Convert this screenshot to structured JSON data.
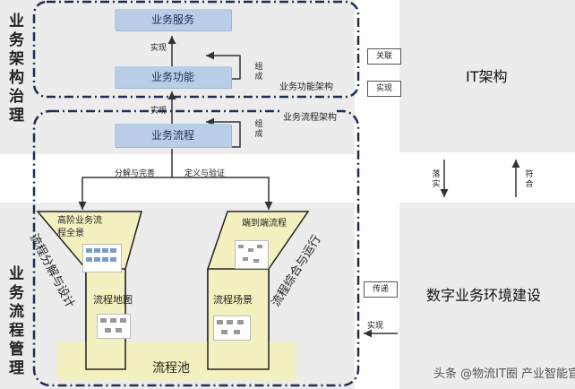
{
  "governance": {
    "architecture_label": "业务架构治理",
    "process_label": "业务流程管理"
  },
  "boxes": {
    "business_service": "业务服务",
    "business_function": "业务功能",
    "business_process": "业务流程"
  },
  "edges": {
    "realize_top": "实现",
    "realize_mid": "实现",
    "compose_top": "组成",
    "compose_bottom": "组成",
    "decompose": "分解与完善",
    "define_verify": "定义与验证"
  },
  "frames": {
    "function_arch": "业务功能架构",
    "process_arch": "业务流程架构"
  },
  "funnel": {
    "left_top": "高阶业务流程全景",
    "right_top": "端到端流程",
    "left_middle": "流程地图",
    "right_middle": "流程场景",
    "pool": "流程池",
    "left_side": "流程分解与设计",
    "right_side": "流程综合与运行"
  },
  "right_side": {
    "it_arch": "IT架构",
    "digital_env": "数字业务环境建设",
    "link_relate": "关联",
    "link_realize": "实现",
    "link_transfer": "传递",
    "link_realize_bottom": "实现",
    "fall_real": "落实",
    "conform": "符合"
  },
  "watermark": "头条 @物流IT圈 产业智能官"
}
